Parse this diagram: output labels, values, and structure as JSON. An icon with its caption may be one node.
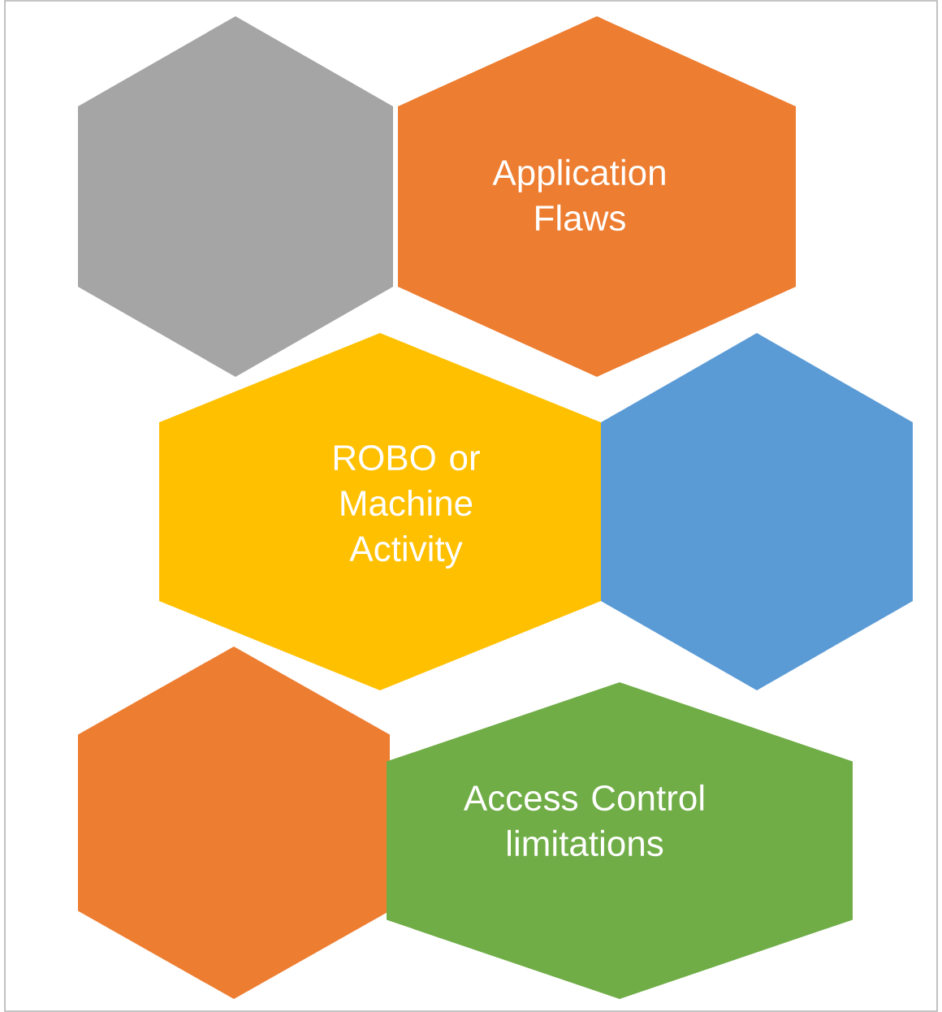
{
  "diagram": {
    "nodes": [
      {
        "text": [],
        "shape": "hexagon"
      },
      {
        "text": [
          "Application Flaws"
        ]
      },
      {
        "text": [
          "ROBO or Machine Activity"
        ]
      },
      {
        "text": [],
        "shape": "hexagon"
      },
      {
        "text": [],
        "shape": "hexagon"
      },
      {
        "text": [
          "Access Control limitations"
        ]
      }
    ]
  }
}
